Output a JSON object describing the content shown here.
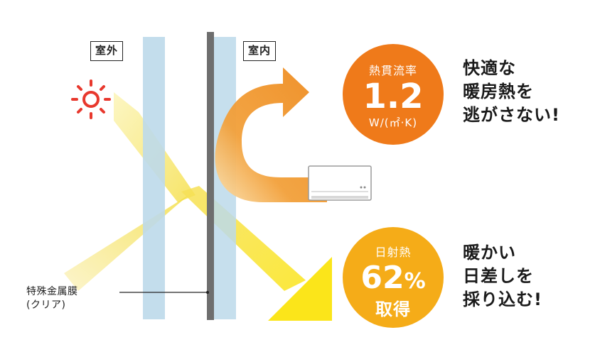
{
  "labels": {
    "outdoor": "室外",
    "indoor": "室内"
  },
  "heat_transfer": {
    "title": "熱貫流率",
    "value": "1.2",
    "unit": "W/(㎡·K)",
    "color": "#ef7a1a"
  },
  "solar_gain": {
    "title": "日射熱",
    "value": "62",
    "percent": "%",
    "suffix": "取得",
    "color": "#f5ac18"
  },
  "tagline_top": [
    "快適な",
    "暖房熱を",
    "逃がさない!"
  ],
  "tagline_bottom": [
    "暖かい",
    "日差しを",
    "採り込む!"
  ],
  "film": {
    "line1": "特殊金属膜",
    "line2": "(クリア)"
  },
  "colors": {
    "glass": "#bcd9ea",
    "metal_film": "#6e6e6e",
    "sun": "#e8382d",
    "sun_beam": "#f5df4a",
    "heat_arrow": "#f3a127"
  }
}
